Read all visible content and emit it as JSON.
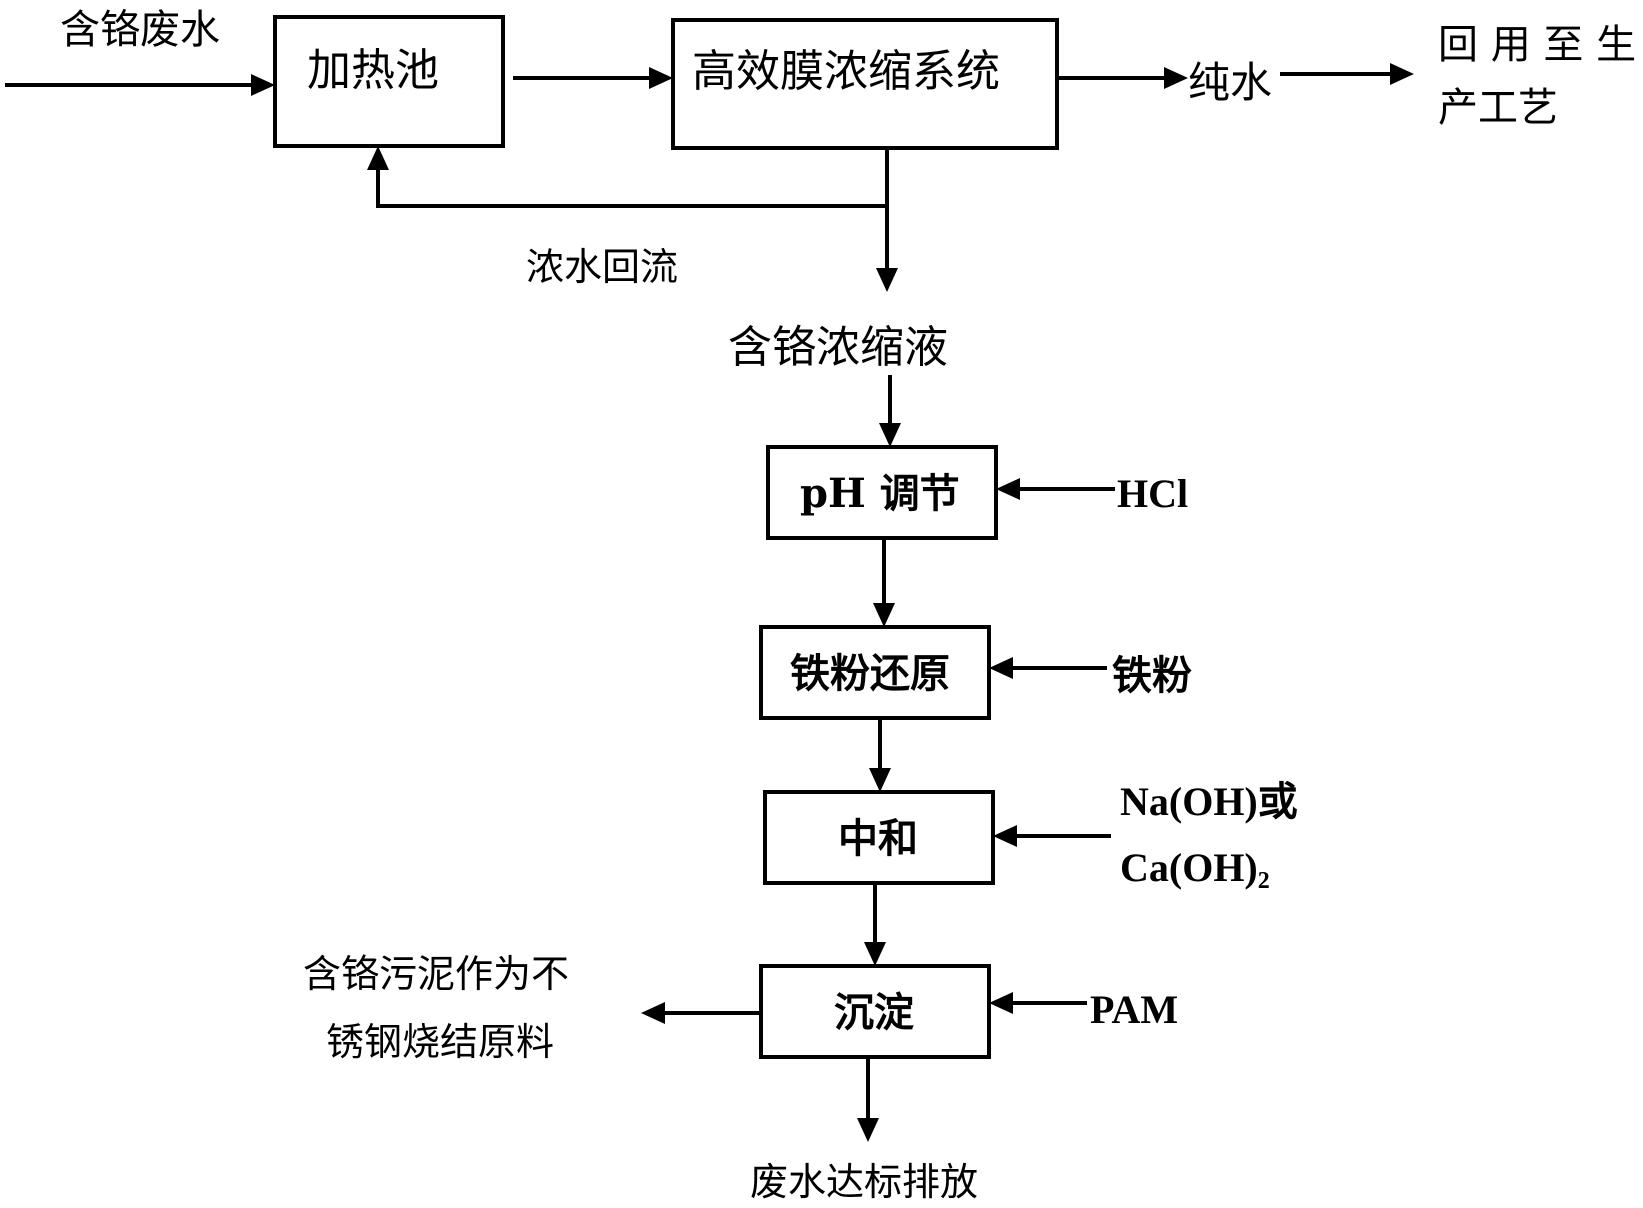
{
  "inputs": {
    "wastewater": "含铬废水"
  },
  "boxes": {
    "heating_tank": "加热池",
    "membrane_system": "高效膜浓缩系统",
    "ph_adjust": "pH 调节",
    "iron_reduction": "铁粉还原",
    "neutralization": "中和",
    "sedimentation": "沉淀"
  },
  "outputs": {
    "pure_water": "纯水",
    "reuse_line1": "回 用 至 生",
    "reuse_line2": "产工艺",
    "concentrate_reflux": "浓水回流",
    "chromium_concentrate": "含铬浓缩液",
    "sludge_line1": "含铬污泥作为不",
    "sludge_line2": "锈钢烧结原料",
    "discharge": "废水达标排放"
  },
  "reagents": {
    "hcl": "HCl",
    "iron_powder": "铁粉",
    "naoh_line": "Na(OH)或",
    "caoh_main": "Ca(OH)",
    "caoh_sub": "2",
    "pam": "PAM"
  }
}
